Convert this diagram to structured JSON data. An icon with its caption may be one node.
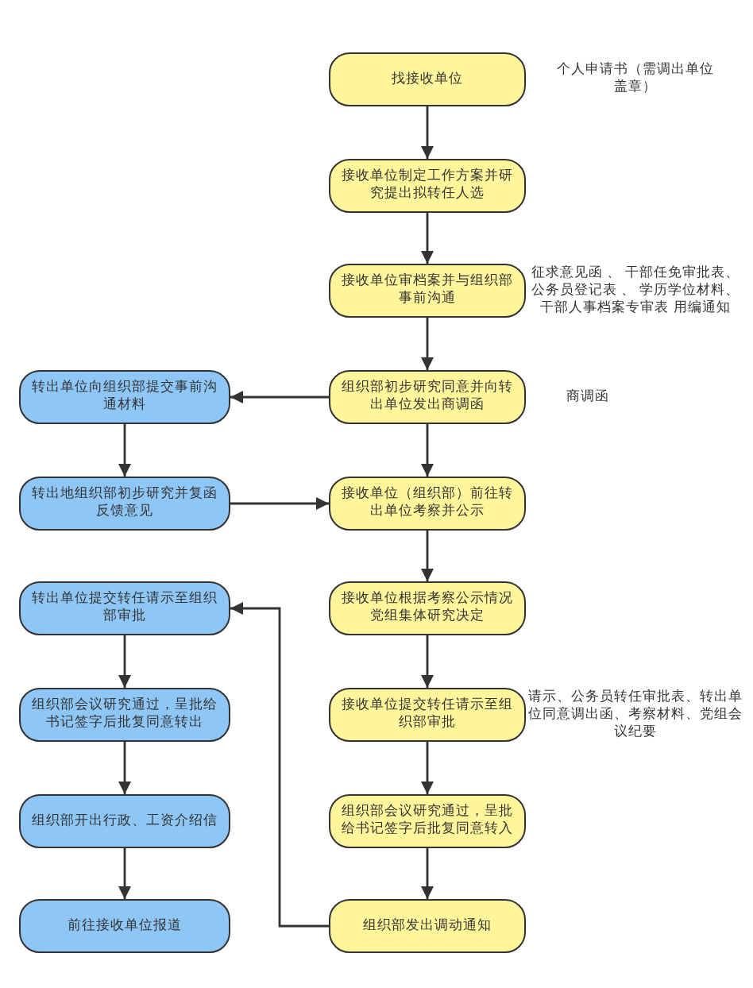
{
  "diagram": {
    "nodes": [
      {
        "text": [
          "找接收单位"
        ],
        "beside": [
          "个人申请书（需调出单位盖章）"
        ]
      },
      {
        "text": [
          "接收单位制定工作方案并研究提出拟转任人选"
        ]
      },
      {
        "text": [
          "接收单位审档案并与组织部事前沟通"
        ],
        "beside": [
          "征求意见函 、 干部任免审批表、公务员登记表 、 学历学位材料、干部人事档案专审表 用编通知"
        ]
      },
      {
        "text": [
          "组织部初步研究同意并向转出单位发出商调函"
        ],
        "beside": [
          "商调函"
        ]
      },
      {
        "text": [
          "接收单位（组织部）前往转出单位考察并公示"
        ]
      },
      {
        "text": [
          "接收单位根据考察公示情况党组集体研究决定"
        ]
      },
      {
        "text": [
          "接收单位提交转任请示至组织部审批"
        ],
        "beside": [
          "请示、公务员转任审批表、转出单位同意调出函、考察材料、党组会议纪要"
        ]
      },
      {
        "text": [
          "组织部会议研究通过，呈批给书记签字后批复同意转入"
        ]
      },
      {
        "text": [
          "组织部发出调动通知"
        ]
      },
      {
        "text": [
          "转出单位向组织部提交事前沟通材料"
        ]
      },
      {
        "text": [
          "转出地组织部初步研究并复函反馈意见"
        ]
      },
      {
        "text": [
          "转出单位提交转任请示至组织部审批"
        ]
      },
      {
        "text": [
          "组织部会议研究通过，呈批给书记签字后批复同意转出"
        ]
      },
      {
        "text": [
          "组织部开出行政、工资介绍信"
        ]
      },
      {
        "text": [
          "前往接收单位报道"
        ]
      }
    ],
    "edges": [
      {
        "from": 0,
        "to": 1,
        "arrow": "to"
      },
      {
        "from": 1,
        "to": 2,
        "arrow": "to"
      },
      {
        "from": 2,
        "to": 3,
        "arrow": "to"
      },
      {
        "from": 3,
        "to": 4,
        "arrow": "to"
      },
      {
        "from": 4,
        "to": 5,
        "arrow": "to"
      },
      {
        "from": 5,
        "to": 6,
        "arrow": "to"
      },
      {
        "from": 6,
        "to": 7,
        "arrow": "to"
      },
      {
        "from": 7,
        "to": 8,
        "arrow": "to"
      },
      {
        "from": 3,
        "to": 9,
        "arrow": "to"
      },
      {
        "from": 9,
        "to": 10,
        "arrow": "to"
      },
      {
        "from": 10,
        "to": 4,
        "arrow": "to"
      },
      {
        "from": 8,
        "to": 11,
        "arrow": "to"
      },
      {
        "from": 11,
        "to": 12,
        "arrow": "to"
      },
      {
        "from": 12,
        "to": 13,
        "arrow": "to"
      },
      {
        "from": 13,
        "to": 14,
        "arrow": "to"
      }
    ]
  }
}
